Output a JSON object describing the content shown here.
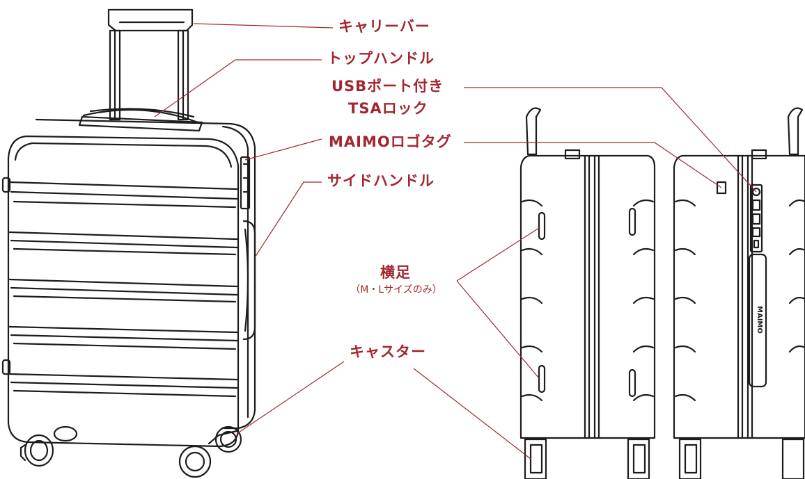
{
  "colors": {
    "label": "#a3262f",
    "line": "#a3262f",
    "drawing": "#1c1c1c"
  },
  "labels": {
    "carry_bar": "キャリーバー",
    "top_handle": "トップハンドル",
    "usb_lock_line1": "USBポート付き",
    "usb_lock_line2": "TSAロック",
    "logo_tag": "MAIMOロゴタグ",
    "side_handle": "サイドハンドル",
    "side_feet": "横足",
    "side_feet_note": "（M・Lサイズのみ）",
    "casters": "キャスター"
  },
  "logo_text": "MAIMO",
  "views": [
    "front-perspective",
    "side-right",
    "side-left"
  ]
}
